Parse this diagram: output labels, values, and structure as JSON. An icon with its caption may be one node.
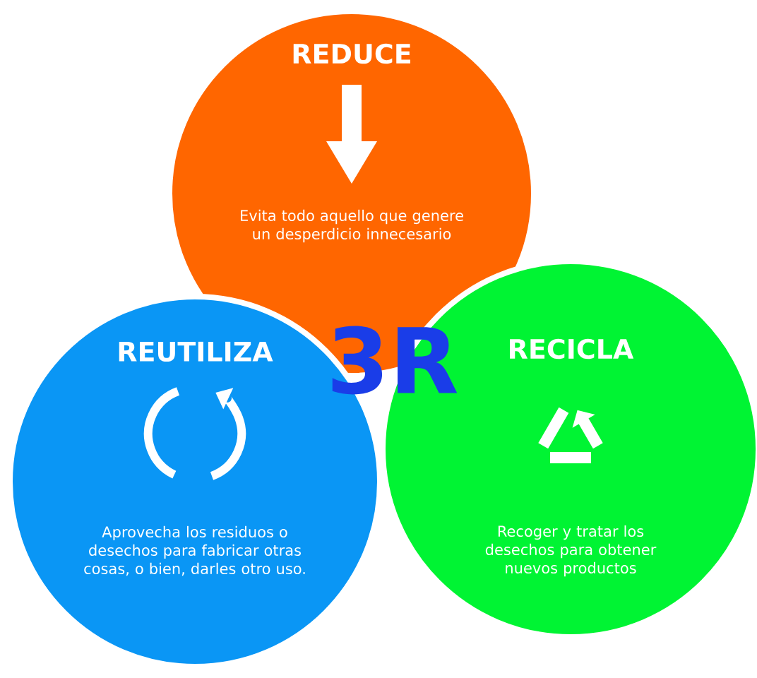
{
  "diagram": {
    "nodes": [
      {
        "text": [
          "REDUCE",
          "Evita todo aquello que genere un desperdicio innecesario"
        ]
      },
      {
        "text": [
          "REUTILIZA",
          "Aprovecha los residuos o desechos para fabricar otras cosas, o bien, darles otro uso."
        ]
      },
      {
        "text": [
          "RECICLA",
          "Recoger y tratar los desechos para obtener nuevos productos"
        ]
      }
    ],
    "labels": [
      "3R"
    ]
  }
}
